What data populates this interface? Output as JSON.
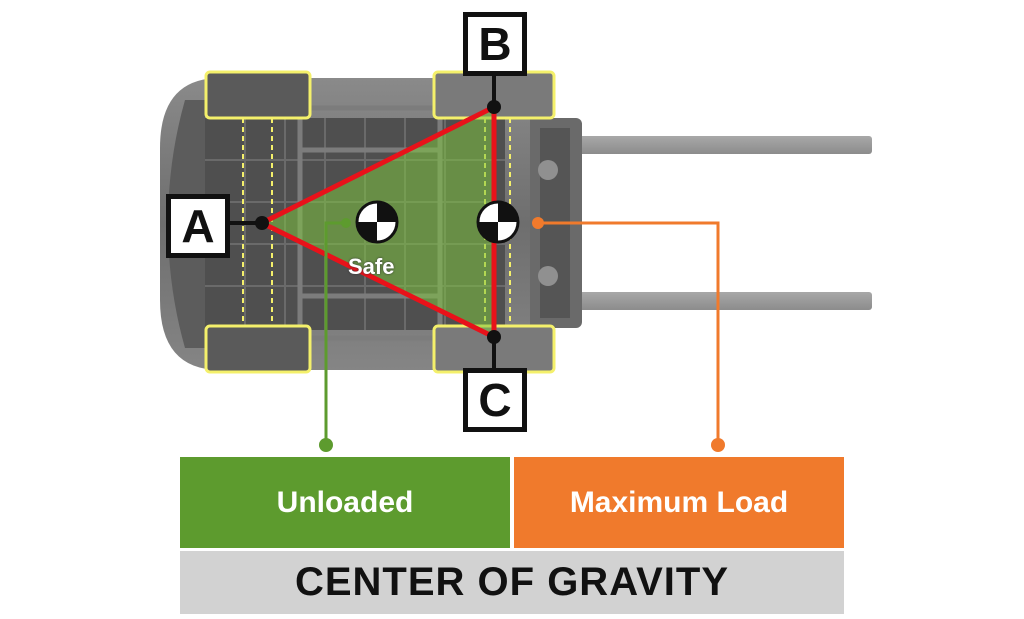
{
  "points": {
    "a": "A",
    "b": "B",
    "c": "C"
  },
  "safe_label": "Safe",
  "unloaded_label": "Unloaded",
  "max_load_label": "Maximum Load",
  "title": "CENTER OF GRAVITY",
  "colors": {
    "triangle": "#e8121a",
    "safe_fill": "#7ec23f",
    "unloaded": "#5d9b2e",
    "max_load": "#f07a2c",
    "wheel_outline": "#f4f06b",
    "title_bg": "#d2d2d2"
  },
  "icons": [
    "forklift-top-view",
    "center-of-gravity-marker"
  ]
}
